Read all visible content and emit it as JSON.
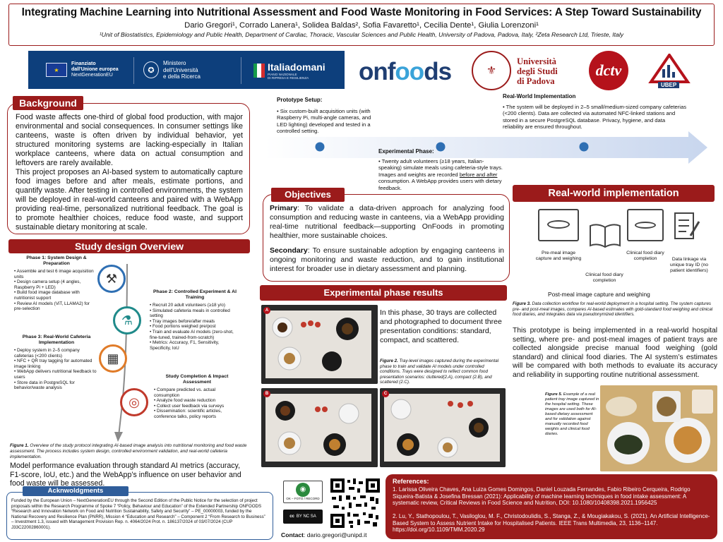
{
  "header": {
    "title": "Integrating Machine Learning into Nutritional Assessment and Food Waste Monitoring in Food Services: A Step Toward Sustainability",
    "authors": "Dario Gregori¹, Corrado Lanera¹, Solidea Baldas², Sofia Favaretto¹, Cecilia Dente¹, Giulia Lorenzoni¹",
    "affiliations": "¹Unit of Biostatistics, Epidemiology and Public Health, Department of Cardiac, Thoracic, Vascular Sciences and Public Health, University of Padova, Padova, Italy, ²Zeta Research Ltd, Trieste, Italy"
  },
  "logos": {
    "eu_line1": "Finanziato",
    "eu_line2": "dall'Unione europea",
    "eu_line3": "NextGenerationEU",
    "mur_line1": "Ministero",
    "mur_line2": "dell'Università",
    "mur_line3": "e della Ricerca",
    "italiadomani": "Italiadomani",
    "italiadomani_sub": "PIANO NAZIONALE\nDI RIPRESA E RESILIENZA",
    "onfoods_part1": "onf",
    "onfoods_part2": "oo",
    "onfoods_part3": "ds",
    "unipd_line1": "Università",
    "unipd_line2": "degli Studi",
    "unipd_line3": "di Padova",
    "dctv": "dctv",
    "ubep": "UBEP",
    "icon_names": [
      "eu-flag-icon",
      "italian-emblem-icon",
      "italy-flag-icon",
      "university-seal-icon",
      "heart-logo-icon",
      "ubep-triangle-icon"
    ]
  },
  "background": {
    "heading": "Background",
    "para1": "Food waste affects one-third of global food production, with major environmental and social consequences. In consumer settings like canteens, waste is often driven by individual behavior, yet structured monitoring systems are lacking-especially in Italian workplace canteens, where data on actual consumption and leftovers are rarely available.",
    "para2": "This project proposes an AI-based system to automatically capture food images before and after meals, estimate portions, and quantify waste. After testing in controlled environments, the system will be deployed in real-world canteens and paired with a WebApp providing real-time, personalized nutritional feedback. The goal is to promote healthier choices, reduce food waste, and support sustainable dietary monitoring at scale."
  },
  "timeline": {
    "prototype_title": "Prototype Setup",
    "prototype_text": "Six custom-built acquisition units (with Raspberry Pi, multi-angle cameras, and LED lighting) developed and tested in a controlled setting.",
    "experimental_title": "Experimental Phase",
    "experimental_text_a": "Twenty adult volunteers (≥18 years, Italian-speaking) simulate meals using cafeteria-style trays. Images and weights are recorded ",
    "experimental_text_u": "before and after",
    "experimental_text_b": " consumption. A WebApp provides users with dietary feedback.",
    "realworld_title": "Real-World Implementation",
    "realworld_text": "The system will be deployed in 2–5 small/medium-sized company cafeterias (<200 clients). Data are collected via automated NFC-linked stations and stored in a secure PostgreSQL database. Privacy, hygiene, and data reliability are ensured throughout."
  },
  "objectives": {
    "heading": "Objectives",
    "primary_label": "Primary",
    "primary_text": ": To validate a data-driven approach for analyzing food consumption and reducing waste in canteens, via a WebApp providing real-time nutritional feedback—supporting OnFoods in promoting healthier, more sustainable choices.",
    "secondary_label": "Secondary",
    "secondary_text": ": To ensure sustainable adoption by engaging canteens in ongoing monitoring and waste reduction, and to gain institutional interest for broader use in dietary assessment and planning."
  },
  "study_design": {
    "heading": "Study design Overview",
    "phase1_title": "Phase 1: System Design & Preparation",
    "phase1_items": [
      "Assemble and test 6 image acquisition units",
      "Design camera setup (4 angles, Raspberry Pi + LED)",
      "Build food image database with nutritionist support",
      "Review AI models (ViT, LLAMA2) for pre-selection"
    ],
    "phase2_title": "Phase 2: Controlled Experiment & AI Training",
    "phase2_items": [
      "Recruit 20 adult volunteers (≥18 y/o)",
      "Simulated cafeteria meals in controlled setting",
      "Tray images before/after meals",
      "Food portions weighed pre/post",
      "Train and evaluate AI models (zero-shot, fine-tuned, trained-from-scratch)",
      "Metrics: Accuracy, F1, Sensitivity, Specificity, IoU"
    ],
    "phase3_title": "Phase 3: Real-World Cafeteria Implementation",
    "phase3_items": [
      "Deploy system in 2–5 company cafeterias (<200 clients)",
      "NFC + QR tray tagging for automated image linking",
      "WebApp delivers nutritional feedback to users",
      "Store data in PostgreSQL for behavior/waste analysis"
    ],
    "completion_title": "Study Completion & Impact Assessment",
    "completion_items": [
      "Compare predicted vs. actual consumption",
      "Analyze food waste reduction",
      "Collect user feedback via surveys",
      "Dissemination: scientific articles, conference talks, policy reports"
    ],
    "icons": [
      "tools-icon",
      "flask-icon",
      "building-icon",
      "target-icon"
    ],
    "fig1_label": "Figure 1.",
    "fig1_caption": " Overview of the study protocol integrating AI-based image analysis into nutritional monitoring and food waste assessment. The process includes system design, controlled environment validation, and real-world cafeteria implementation.",
    "model_eval": "Model performance evaluation through standard AI metrics (accuracy, F1-score, IoU, etc.) and the WebApp’s influence on user behavior and food waste will be assessed."
  },
  "acknowledgments": {
    "heading": "Acknwoldgments",
    "text": "Funded by the European Union – NextGenerationEU through the Second Edition of the Public Notice for the selection of project proposals within the Research Programme of Spoke 7 “Policy, Behaviour and Education” of the Extended Partnership ONFOODS “Research and Innovation Network on Food and Nutrition Sustainability, Safety and Security” – PE_00000003, funded by the National Recovery and Resilience Plan (PNRR), Mission 4 “Education and Research” – Component 2 “From Research to Business” – Investment 1.3, issued with Management Provision Rep. n. 4064/2024 Prot. n. 186137/2024 of 03/07/2024 (CUP J33C22002860001)."
  },
  "experimental_results": {
    "heading": "Experimental phase results",
    "text": "In this phase, 30 trays are collected and photographed to document three presentation conditions: standard, compact, and scattered.",
    "fig2_label": "Figure 2.",
    "fig2_caption": " Tray-level images captured during the experimental phase to train and validate AI models under controlled conditions. Trays were designed to reflect common food presentation scenarios: cluttered(2.A), compact (2.B), and scattered (2.C).",
    "photo_tags": [
      "A",
      "B",
      "C"
    ]
  },
  "real_world": {
    "heading": "Real-world implementation",
    "lbl_pre_meal": "Pre-meal image capture and weighing",
    "lbl_diary1": "Clinical food diary completion",
    "lbl_diary2": "Clinical food diary completion",
    "lbl_linkage": "Data linkage via unique tray ID (no patient identifiers)",
    "post_meal": "Post-meal image capture and weighing",
    "fig3_label": "Figure 3.",
    "fig3_caption": " Data collection workflow for real-world deployment in a hospital setting. The system captures pre- and post-meal images, compares AI-based estimates with gold-standard food weighing and clinical food diaries, and integrates data via pseudonymized identifiers.",
    "text": "This prototype is being implemented in a real-world hospital setting, where pre- and post-meal images of patient trays are collected alongside precise manual food weighing (gold standard) and clinical food diaries. The AI system’s estimates will be compared with both methods to evaluate its accuracy and reliability in supporting routine nutritional assessment.",
    "fig5_label": "Figure 5.",
    "fig5_caption": " Example of a real patient tray image captured in the hospital setting. These images are used both for AI-based dietary assessment and for validation against manually recorded food weights and clinical food diaries."
  },
  "contact": {
    "label": "Contact",
    "email": ": dario.gregori@unipd.it",
    "license_top": "OK – FOTO / RECORD",
    "license_text": "BY NC SA"
  },
  "references": {
    "heading": "References:",
    "items": [
      "1.  Larissa Oliveira Chaves, Ana Luiza Gomes Domingos, Daniel Louzada Fernandes, Fabio Ribeiro Cerqueira, Rodrigo Siqueira-Batista & Josefina Bressan (2021): Applicability of machine learning techniques in food intake assessment: A systematic review, Critical Reviews in Food Science and Nutrition, DOI: 10.1080/10408398.2021.1956425",
      "2.  Lu, Y., Stathopoulou, T., Vasiloglou, M. F., Christodoulidis, S., Stanga, Z., & Mougiakakou, S. (2021). An Artificial Intelligence-Based System to Assess Nutrient Intake for Hospitalised Patients. IEEE Trans Multimedia, 23, 1136–1147. https://doi.org/10.1109/TMM.2020.29"
    ]
  },
  "colors": {
    "accent_red": "#9b1b1b",
    "timeline_blue": "#2f5d9a",
    "eu_blue": "#0d3f7c",
    "phase_blue": "#2f6fb3",
    "phase_teal": "#1f8a8a",
    "phase_orange": "#e07b28",
    "phase_red": "#c0392b"
  }
}
